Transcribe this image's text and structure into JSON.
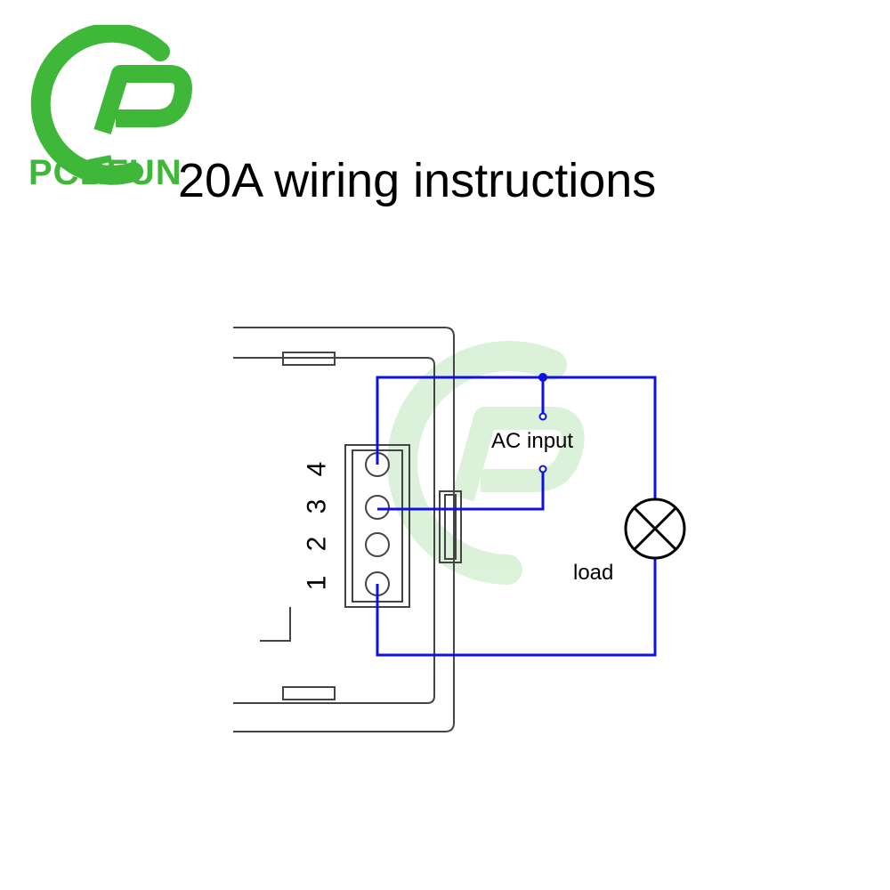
{
  "brand": {
    "name": "PCBFUN",
    "color": "#3fb83a",
    "logo_icon": "pcbfun-logo-icon"
  },
  "title": "20A wiring instructions",
  "diagram": {
    "terminal_numbers": [
      "1",
      "2",
      "3",
      "4"
    ],
    "ac_input_label": "AC input",
    "load_label": "load",
    "wire_color": "#1010e0",
    "outline_color": "#444444"
  }
}
